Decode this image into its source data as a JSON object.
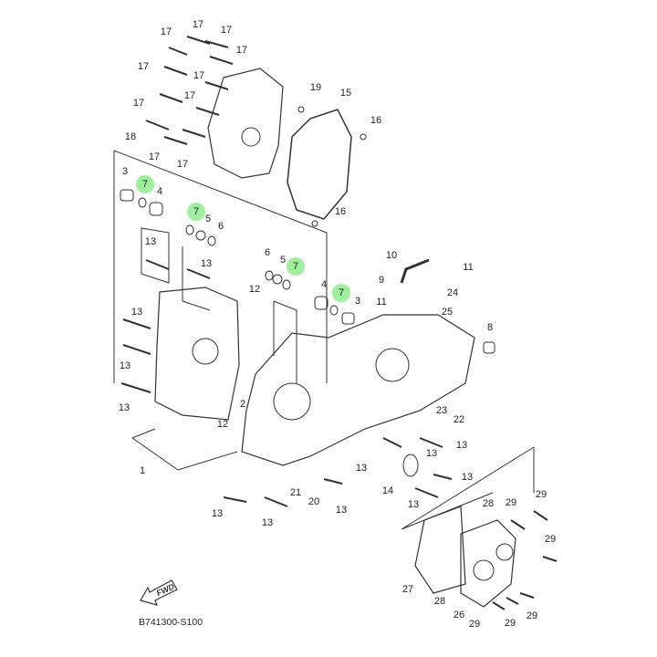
{
  "diagram_code": "B741300-S100",
  "fwd_label": "FWD",
  "highlight_color": "#9fef9f",
  "callouts": [
    {
      "label": "17"
    },
    {
      "label": "17"
    },
    {
      "label": "17"
    },
    {
      "label": "17"
    },
    {
      "label": "17"
    },
    {
      "label": "17"
    },
    {
      "label": "17"
    },
    {
      "label": "17"
    },
    {
      "label": "17"
    },
    {
      "label": "17"
    },
    {
      "label": "18"
    },
    {
      "label": "19"
    },
    {
      "label": "15"
    },
    {
      "label": "16"
    },
    {
      "label": "16"
    },
    {
      "label": "3"
    },
    {
      "label": "7",
      "highlighted": true
    },
    {
      "label": "4"
    },
    {
      "label": "7",
      "highlighted": true
    },
    {
      "label": "5"
    },
    {
      "label": "6"
    },
    {
      "label": "13"
    },
    {
      "label": "13"
    },
    {
      "label": "6"
    },
    {
      "label": "5"
    },
    {
      "label": "7",
      "highlighted": true
    },
    {
      "label": "12"
    },
    {
      "label": "4"
    },
    {
      "label": "7",
      "highlighted": true
    },
    {
      "label": "3"
    },
    {
      "label": "10"
    },
    {
      "label": "11"
    },
    {
      "label": "9"
    },
    {
      "label": "24"
    },
    {
      "label": "11"
    },
    {
      "label": "25"
    },
    {
      "label": "8"
    },
    {
      "label": "13"
    },
    {
      "label": "13"
    },
    {
      "label": "13"
    },
    {
      "label": "2"
    },
    {
      "label": "12"
    },
    {
      "label": "1"
    },
    {
      "label": "23"
    },
    {
      "label": "22"
    },
    {
      "label": "13"
    },
    {
      "label": "13"
    },
    {
      "label": "13"
    },
    {
      "label": "13"
    },
    {
      "label": "14"
    },
    {
      "label": "21"
    },
    {
      "label": "20"
    },
    {
      "label": "13"
    },
    {
      "label": "13"
    },
    {
      "label": "13"
    },
    {
      "label": "13"
    },
    {
      "label": "28"
    },
    {
      "label": "29"
    },
    {
      "label": "29"
    },
    {
      "label": "29"
    },
    {
      "label": "27"
    },
    {
      "label": "28"
    },
    {
      "label": "26"
    },
    {
      "label": "29"
    },
    {
      "label": "29"
    },
    {
      "label": "29"
    }
  ]
}
